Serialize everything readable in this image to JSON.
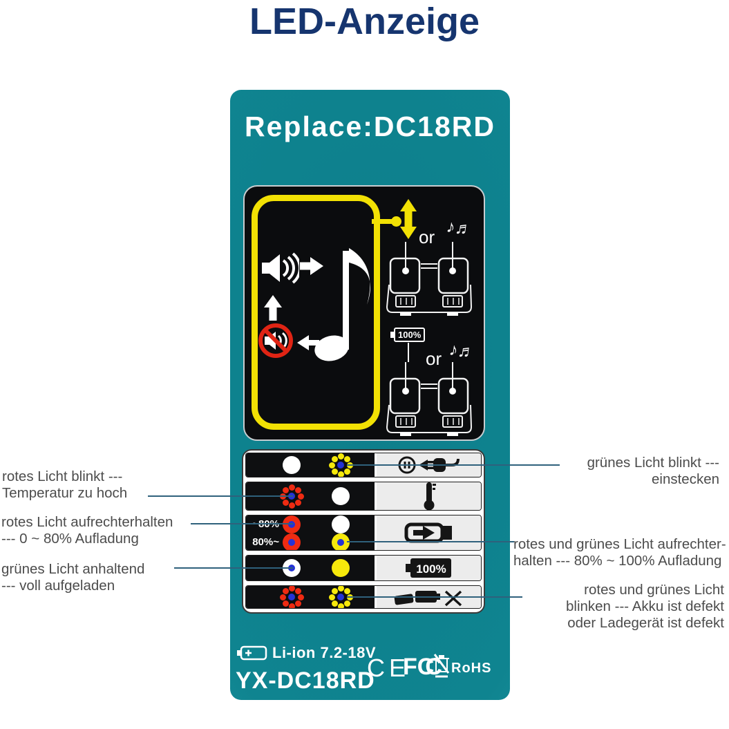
{
  "page_title": "LED-Anzeige",
  "label": {
    "header": "Replace:DC18RD",
    "diagram": {
      "or_top": "or",
      "or_bottom": "or",
      "full_tag": "100%"
    },
    "table": {
      "pct_label_top": "~80%",
      "pct_label_bottom": "80%~",
      "battery_full_text": "100%",
      "rows": [
        {
          "left_led": "white-solid",
          "right_led": "yellow-blinking",
          "icon": "outlet-plug"
        },
        {
          "left_led": "red-blinking",
          "right_led": "white-solid",
          "icon": "thermometer"
        },
        {
          "left_led": "red-solid (~80% / 80%~)",
          "right_led": "white-solid / yellow-solid",
          "icon": "battery-charging"
        },
        {
          "left_led": "white-blue-solid",
          "right_led": "yellow-solid",
          "icon": "battery-full-100"
        },
        {
          "left_led": "red-blinking",
          "right_led": "yellow-blinking",
          "icon": "battery-defect-x"
        }
      ]
    },
    "footer": {
      "battery_spec": "Li-ion 7.2-18V",
      "model": "YX-DC18RD",
      "ce": "CE",
      "fcc": "FC",
      "fcc_c": "C",
      "rohs": "RoHS"
    }
  },
  "annotations": {
    "left": [
      {
        "lines": [
          "rotes Licht blinkt ---",
          "Temperatur zu hoch"
        ]
      },
      {
        "lines": [
          "rotes Licht aufrechterhalten",
          "--- 0 ~ 80% Aufladung"
        ]
      },
      {
        "lines": [
          "grünes Licht anhaltend",
          "--- voll aufgeladen"
        ]
      }
    ],
    "right": [
      {
        "lines": [
          "grünes Licht blinkt ---",
          "einstecken"
        ]
      },
      {
        "lines": [
          "rotes und grünes Licht aufrechter-",
          "halten --- 80% ~ 100% Aufladung"
        ]
      },
      {
        "lines": [
          "rotes und grünes Licht",
          "blinken --- Akku ist defekt",
          "oder Ladegerät ist defekt"
        ]
      }
    ]
  },
  "icons": {
    "music_notes_glyph": "♪♬"
  },
  "colors": {
    "teal_label": "#0f8490",
    "panel_black": "#0b0c0e",
    "accent_yellow": "#f2e104",
    "led_red": "#ef2b12",
    "led_yellow": "#f6e90b",
    "led_blue_center": "#2433d6",
    "title_navy": "#16356f",
    "annotation_gray": "#4c4c4c",
    "connector_line": "#2f617c",
    "prohibition_red": "#e02414"
  }
}
